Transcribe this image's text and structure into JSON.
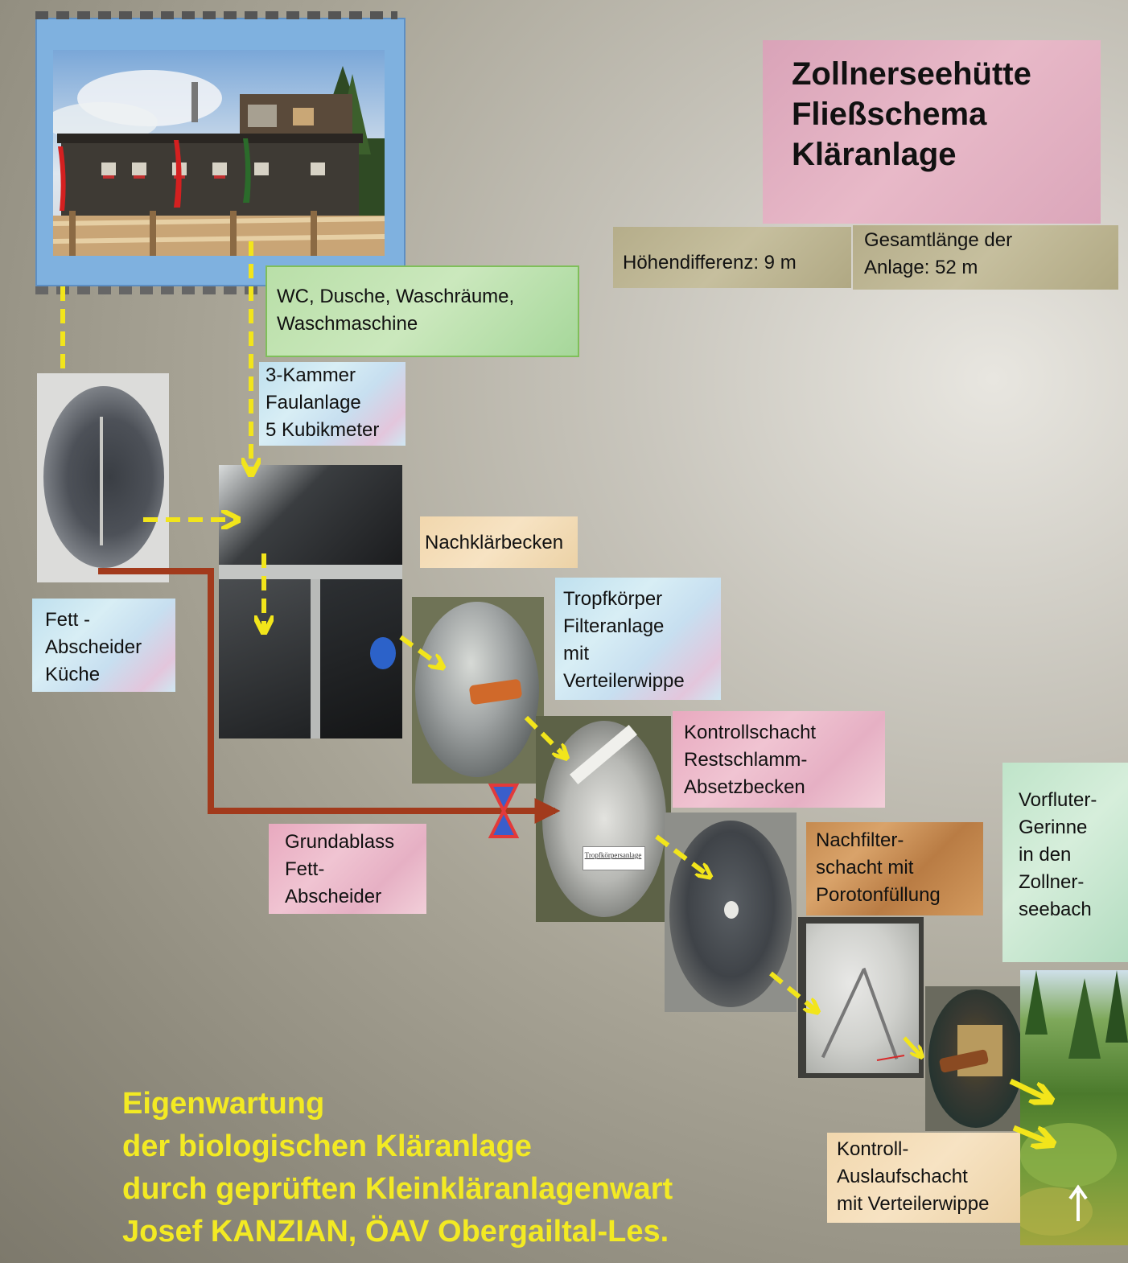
{
  "title": {
    "line1": "Zollnerseehütte",
    "line2": "Fließschema",
    "line3": "Kläranlage"
  },
  "height_difference": "Höhendifferenz: 9 m",
  "total_length": "Gesamtlänge der\nAnlage: 52 m",
  "wc_box": "WC, Dusche, Waschräume,\nWaschmaschine",
  "faulanlage": "3-Kammer\nFaulanlage\n5 Kubikmeter",
  "nachklaerbecken": "Nachklärbecken",
  "fettabscheider_kueche": "Fett -\nAbscheider\nKüche",
  "tropfkoerper": "Tropfkörper\nFilteranlage\nmit\nVerteilerwippe",
  "kontrollschacht": "Kontrollschacht\nRestschlamm-\nAbsetzbecken",
  "grundablass": "Grundablass\nFett-\nAbscheider",
  "nachfilterschacht": "Nachfilter-\nschacht mit\nPorotonfüllung",
  "vorfluter": "Vorfluter-\nGerinne\nin den\nZollner-\nseebach",
  "auslaufschacht": "Kontroll-\nAuslaufschacht\nmit Verteilerwippe",
  "photo_caption": "Tropfkörpersanlage",
  "footer": {
    "line1": "Eigenwartung",
    "line2": "der biologischen Kläranlage",
    "line3": "durch geprüften Kleinkläranlagenwart",
    "line4": "Josef KANZIAN, ÖAV Obergailtal-Les."
  },
  "colors": {
    "flow_arrow": "#f2e51b",
    "sludge_pipe": "#a23a1c",
    "valve": "#e23a3a",
    "footer_text": "#f3ea23"
  }
}
